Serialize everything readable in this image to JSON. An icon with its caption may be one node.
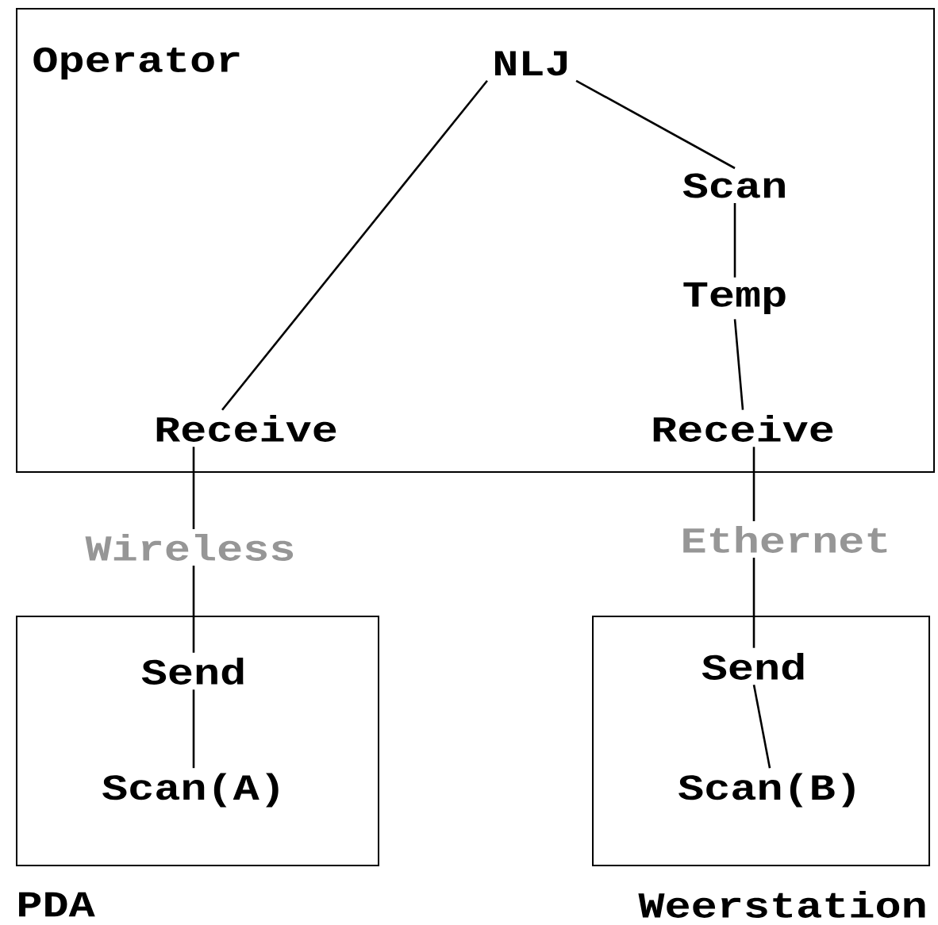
{
  "diagram": {
    "nodes": [
      {
        "text": [
          "Operator"
        ]
      },
      {
        "text": [
          "NLJ"
        ],
        "in": 0
      },
      {
        "text": [
          "Scan"
        ],
        "in": 0
      },
      {
        "text": [
          "Temp"
        ],
        "in": 0
      },
      {
        "text": [
          "Receive"
        ],
        "in": 0
      },
      {
        "text": [
          "Receive"
        ],
        "in": 0
      },
      {
        "text": [
          "PDA"
        ]
      },
      {
        "text": [
          "Send"
        ],
        "in": 6
      },
      {
        "text": [
          "Scan(A)"
        ],
        "in": 6
      },
      {
        "text": [
          "Weerstation"
        ]
      },
      {
        "text": [
          "Send"
        ],
        "in": 9
      },
      {
        "text": [
          "Scan(B)"
        ],
        "in": 9
      }
    ],
    "edges": [
      {
        "from": 1,
        "to": 4,
        "arrow": "none"
      },
      {
        "from": 1,
        "to": 2,
        "arrow": "none"
      },
      {
        "from": 2,
        "to": 3,
        "arrow": "none"
      },
      {
        "from": 3,
        "to": 5,
        "arrow": "none"
      },
      {
        "from": 4,
        "to": 7,
        "arrow": "none",
        "label": "Wireless"
      },
      {
        "from": 5,
        "to": 10,
        "arrow": "none",
        "label": "Ethernet"
      },
      {
        "from": 7,
        "to": 8,
        "arrow": "none"
      },
      {
        "from": 10,
        "to": 11,
        "arrow": "none"
      }
    ]
  }
}
